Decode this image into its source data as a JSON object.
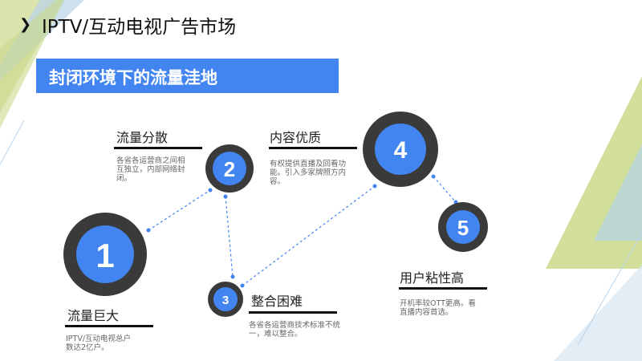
{
  "header": {
    "title": "IPTV/互动电视广告市场",
    "arrow_icon": "chevron-right-icon"
  },
  "banner": {
    "text": "封闭环境下的流量洼地"
  },
  "colors": {
    "accent": "#4385f0",
    "ring": "#3a3a3a",
    "green": "#c9d98a",
    "blue": "#b8d3ea"
  },
  "steps": [
    {
      "num": "1",
      "title": "流量巨大",
      "desc": "IPTV/互动电视总户数达2亿户。"
    },
    {
      "num": "2",
      "title": "流量分散",
      "desc": "各省各运营商之间相互独立，内部网络封闭。"
    },
    {
      "num": "3",
      "title": "整合困难",
      "desc": "各省各运营商技术标准不统一，难以整合。"
    },
    {
      "num": "4",
      "title": "内容优质",
      "desc": "有权提供直播及回看功能。引入多家牌照方内容。"
    },
    {
      "num": "5",
      "title": "用户粘性高",
      "desc": "开机率较OTT更高。看直播内容首选。"
    }
  ]
}
